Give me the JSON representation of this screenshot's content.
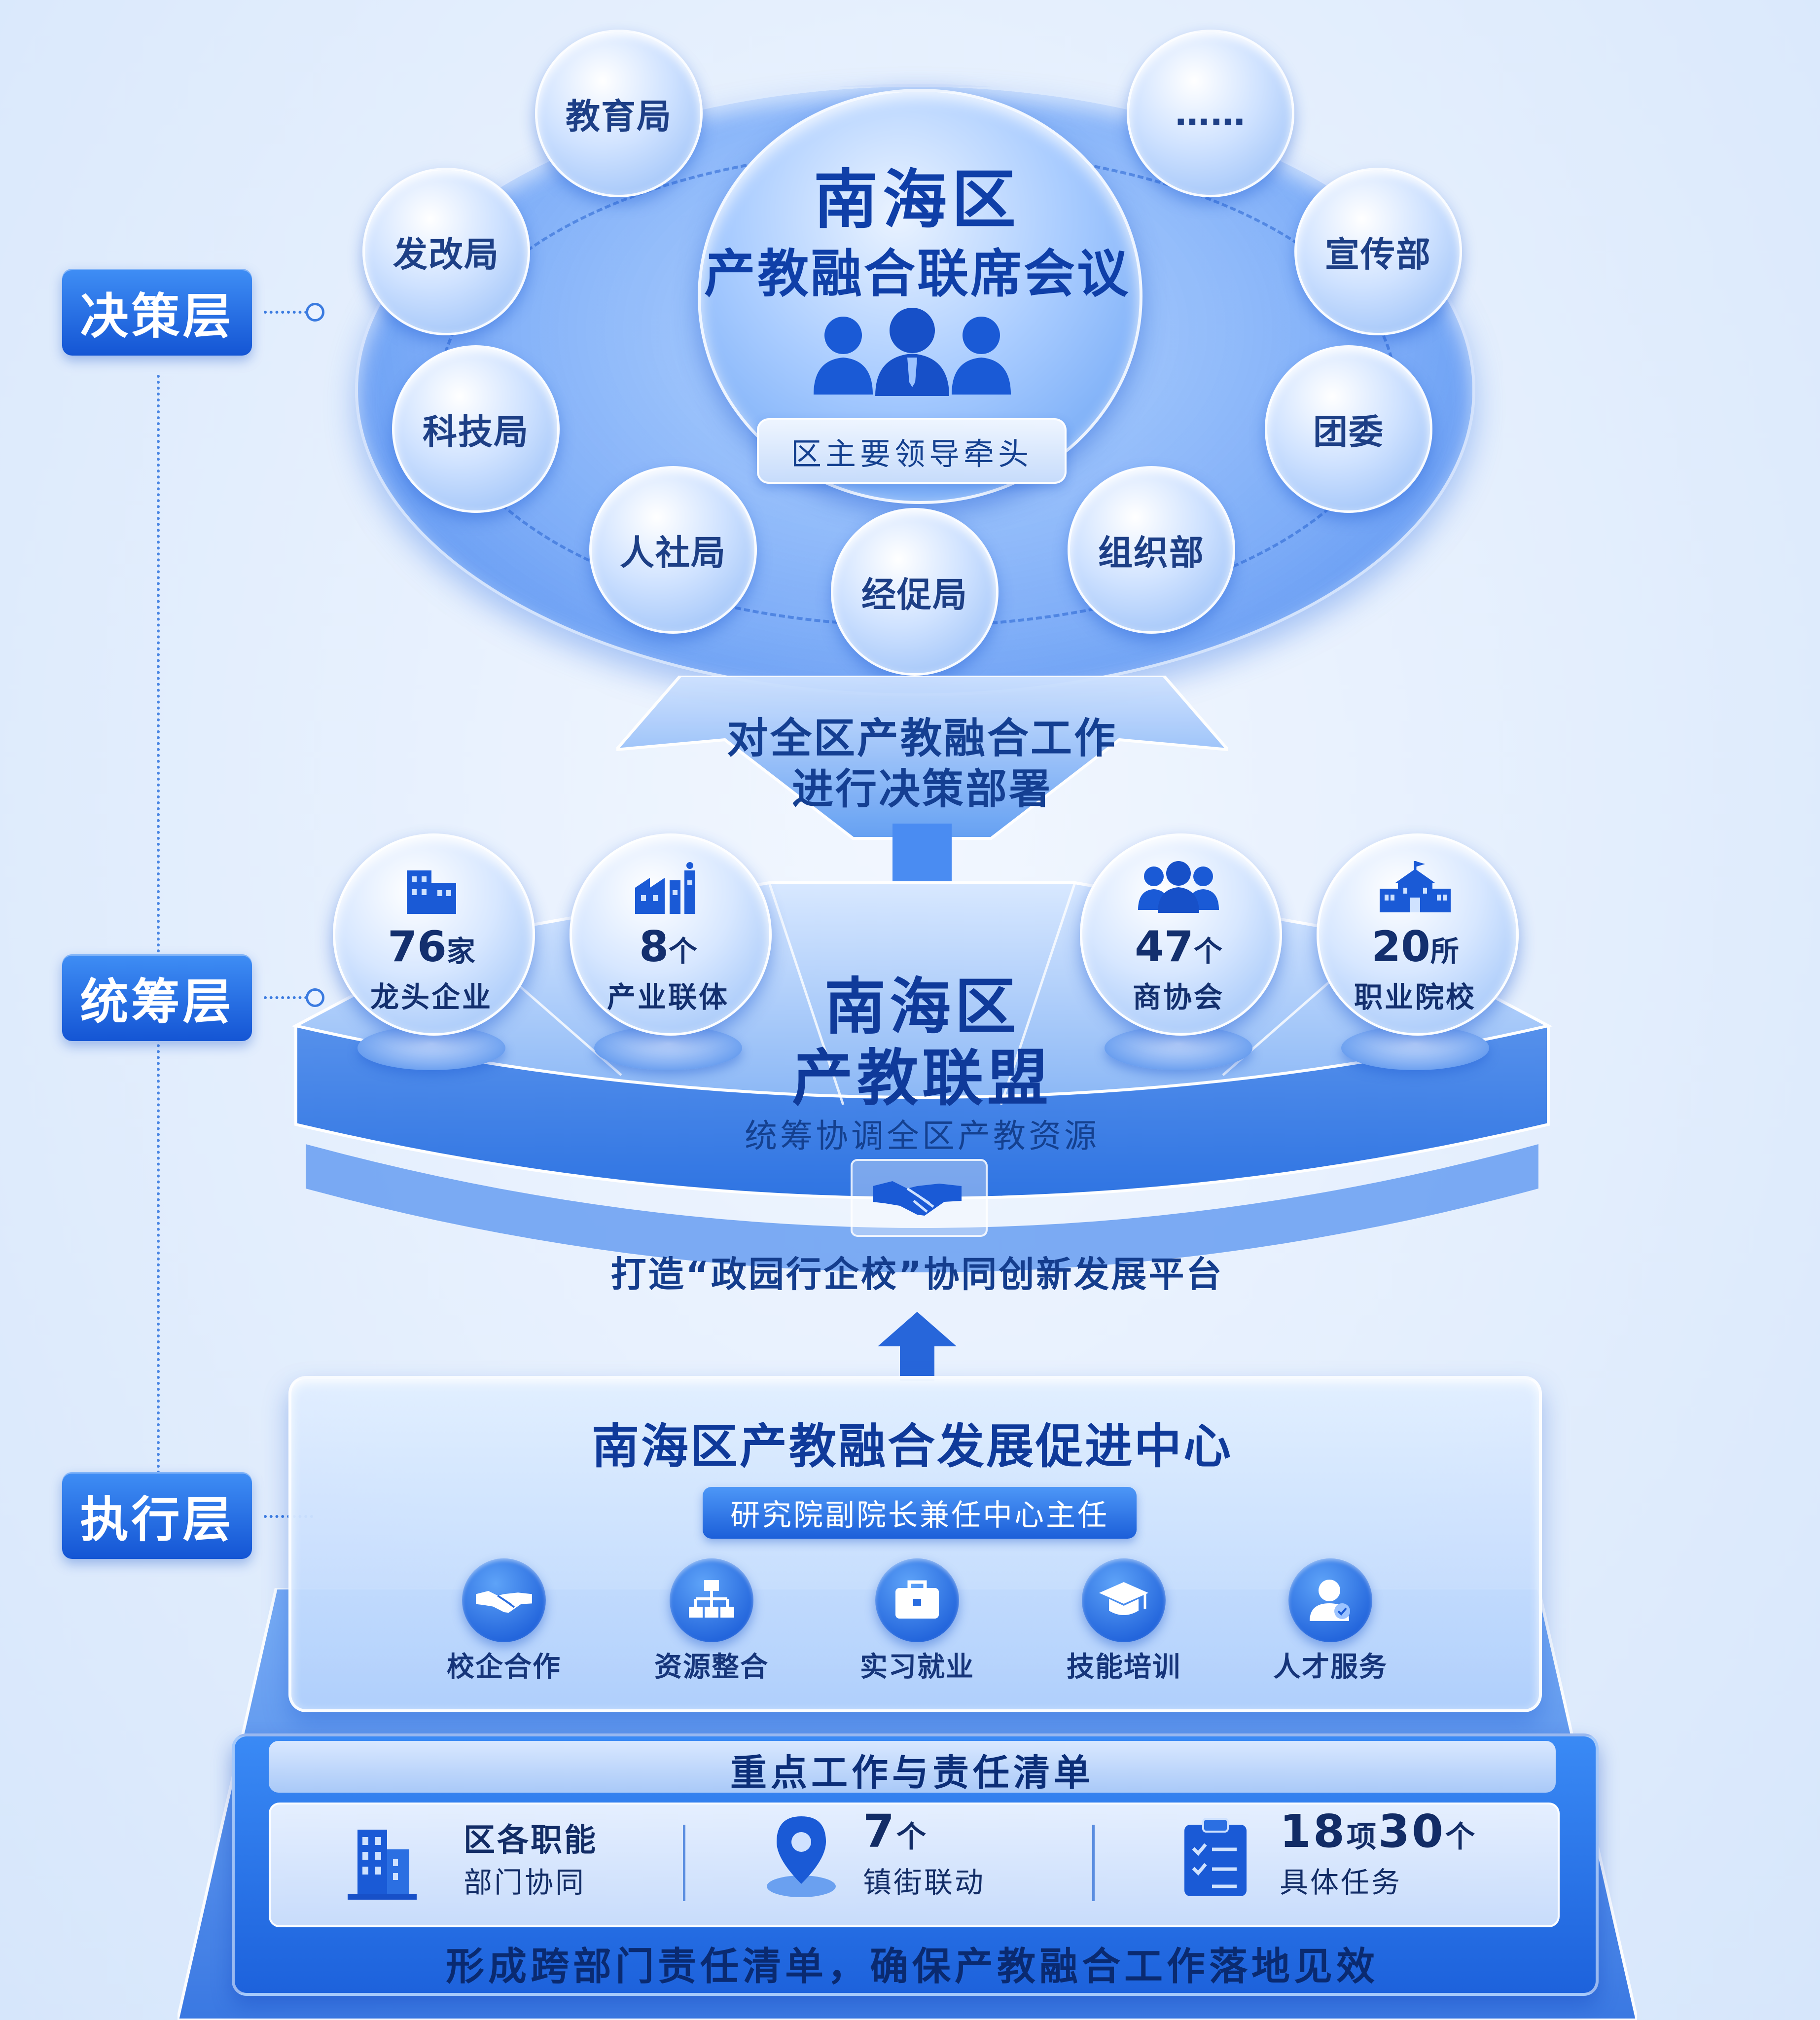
{
  "layers": {
    "decision": "决策层",
    "coordination": "统筹层",
    "execution": "执行层"
  },
  "decision": {
    "title_line1": "南海区",
    "title_line2": "产教融合联席会议",
    "lead": "区主要领导牵头",
    "departments": [
      "教育局",
      "……",
      "发改局",
      "宣传部",
      "科技局",
      "团委",
      "人社局",
      "经促局",
      "组织部"
    ],
    "icon": "people-group-icon"
  },
  "funnel": {
    "line1": "对全区产教融合工作",
    "line2": "进行决策部署"
  },
  "coordination": {
    "title_line1": "南海区",
    "title_line2": "产教联盟",
    "subtitle": "统筹协调全区产教资源",
    "platform": "打造“政园行企校”协同创新发展平台",
    "stats": [
      {
        "num": "76",
        "unit": "家",
        "label": "龙头企业",
        "icon": "building-icon"
      },
      {
        "num": "8",
        "unit": "个",
        "label": "产业联体",
        "icon": "factory-icon"
      },
      {
        "num": "47",
        "unit": "个",
        "label": "商协会",
        "icon": "people-icon"
      },
      {
        "num": "20",
        "unit": "所",
        "label": "职业院校",
        "icon": "school-icon"
      }
    ],
    "center_icon": "handshake-icon"
  },
  "execution": {
    "title": "南海区产教融合发展促进中心",
    "director": "研究院副院长兼任中心主任",
    "functions": [
      {
        "label": "校企合作",
        "icon": "handshake-icon"
      },
      {
        "label": "资源整合",
        "icon": "hierarchy-icon"
      },
      {
        "label": "实习就业",
        "icon": "briefcase-icon"
      },
      {
        "label": "技能培训",
        "icon": "graduation-cap-icon"
      },
      {
        "label": "人才服务",
        "icon": "user-service-icon"
      }
    ]
  },
  "duties": {
    "title": "重点工作与责任清单",
    "items": [
      {
        "line1": "区各职能",
        "line2": "部门协同",
        "icon": "office-building-icon"
      },
      {
        "num": "7",
        "unit": "个",
        "line2": "镇街联动",
        "icon": "location-pin-icon"
      },
      {
        "num1": "18",
        "unit1": "项",
        "num2": "30",
        "unit2": "个",
        "line2": "具体任务",
        "icon": "checklist-icon"
      }
    ],
    "bottom": "形成跨部门责任清单，确保产教融合工作落地见效"
  },
  "colors": {
    "primary": "#1c5fd9",
    "dark_text": "#0f3a9a",
    "light": "#e3eefd"
  }
}
